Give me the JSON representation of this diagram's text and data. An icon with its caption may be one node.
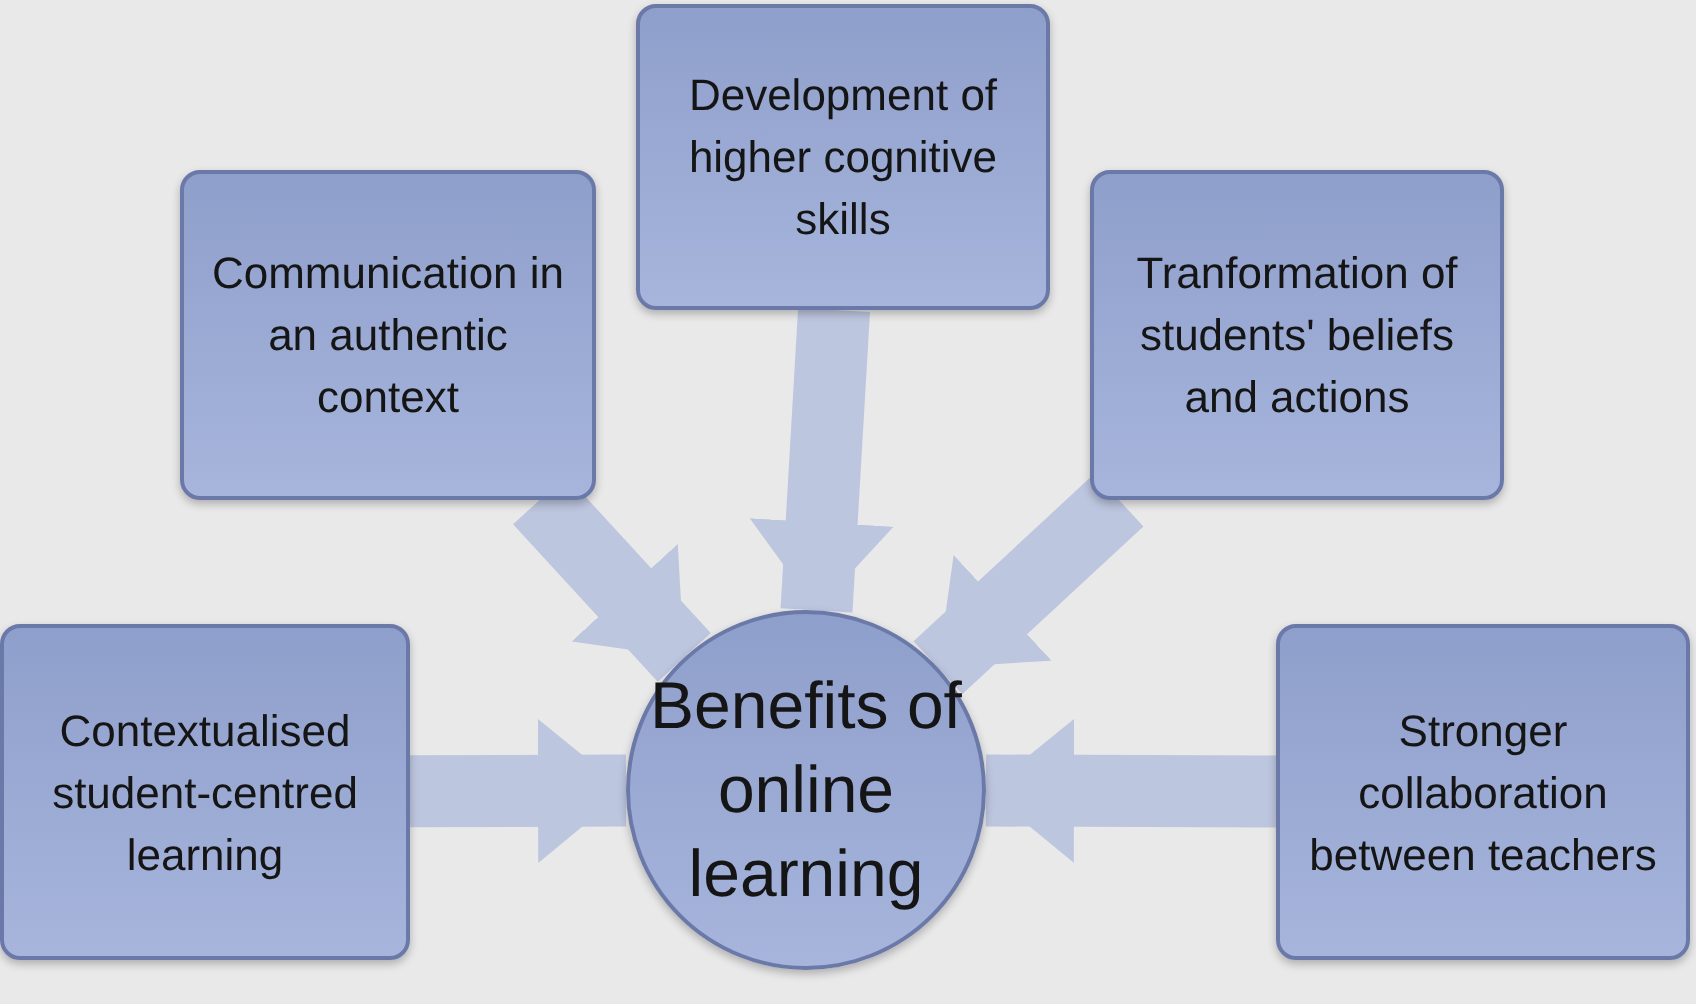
{
  "diagram": {
    "nodes": [
      {
        "text": [
          "Development of higher cognitive skills"
        ]
      },
      {
        "text": [
          "Communication in an authentic context"
        ]
      },
      {
        "text": [
          "Tranformation of students' beliefs and actions"
        ]
      },
      {
        "text": [
          "Contextualised student-centred learning"
        ]
      },
      {
        "text": [
          "Benefits of online learning"
        ]
      },
      {
        "text": [
          "Stronger collaboration between teachers"
        ]
      }
    ],
    "edges": [
      {
        "from": 0,
        "to": 4,
        "arrow": "to"
      },
      {
        "from": 1,
        "to": 4,
        "arrow": "to"
      },
      {
        "from": 2,
        "to": 4,
        "arrow": "to"
      },
      {
        "from": 3,
        "to": 4,
        "arrow": "to"
      },
      {
        "from": 5,
        "to": 4,
        "arrow": "to"
      }
    ]
  }
}
